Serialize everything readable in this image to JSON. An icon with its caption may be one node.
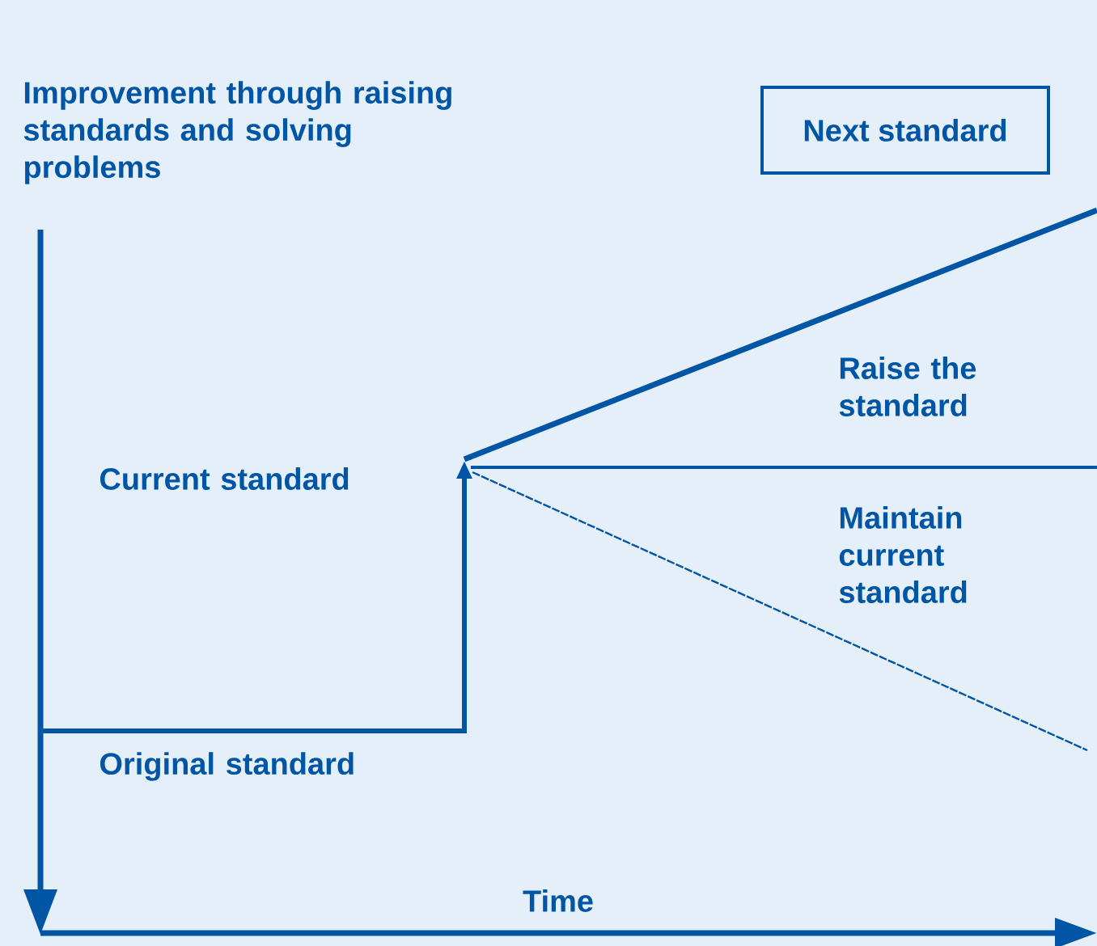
{
  "diagram": {
    "nodes": [
      {
        "text": [
          "Next standard"
        ]
      }
    ],
    "labels": [
      "Improvement through raising standards and solving problems",
      "Current standard",
      "Raise the standard",
      "Maintain current standard",
      "Original standard",
      "Time"
    ]
  }
}
